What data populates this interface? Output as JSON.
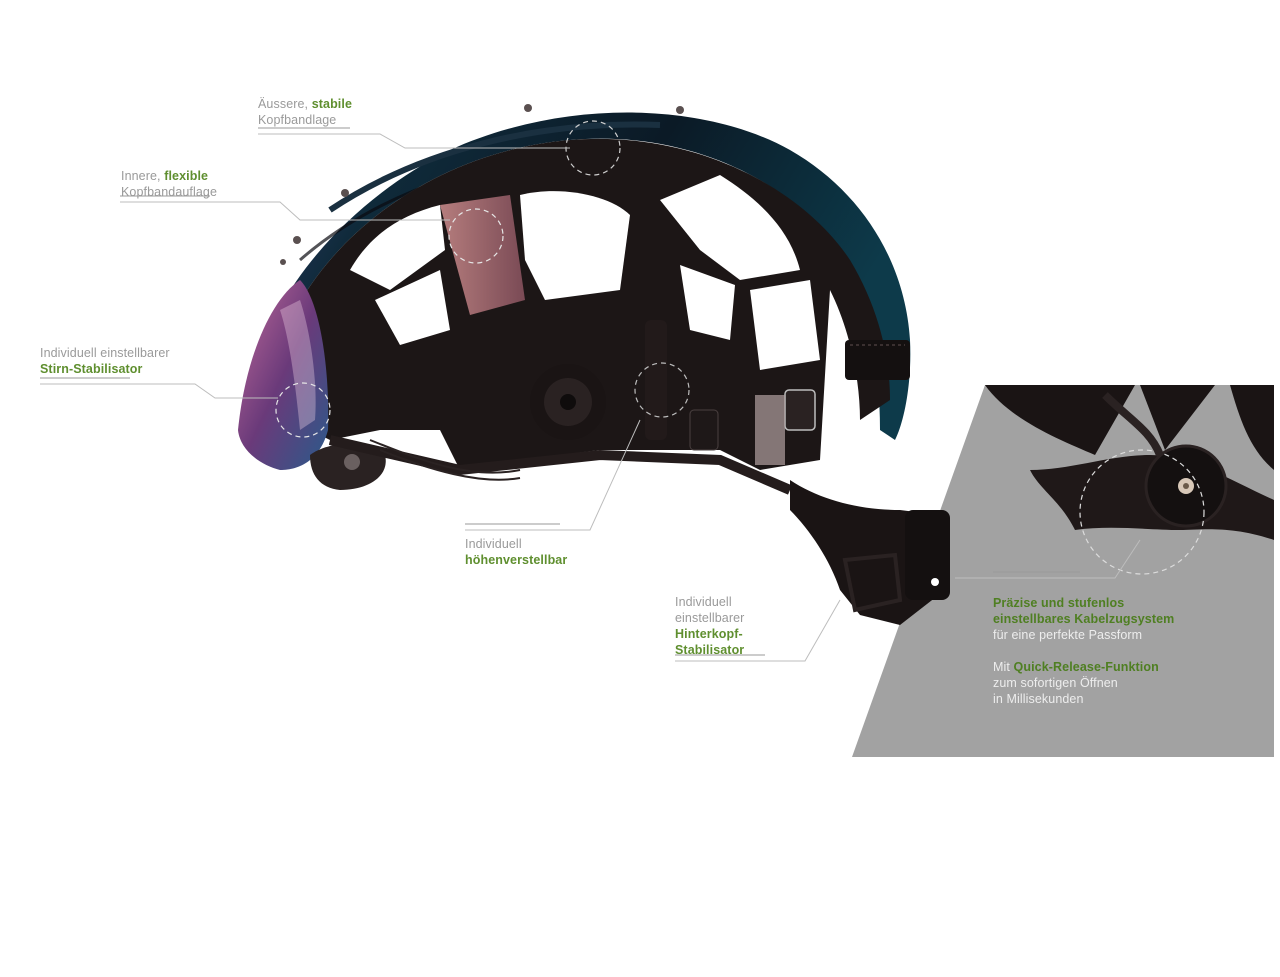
{
  "colors": {
    "accent_green": "#5f8f2f",
    "label_grey": "#9a9a9a",
    "panel_grey": "#a2a2a2",
    "helmet_dark": "#1c1616"
  },
  "labels": {
    "outer_band": {
      "line1_normal": "Äussere, ",
      "line1_accent": "stabile",
      "line2": "Kopfbandlage"
    },
    "inner_band": {
      "line1_normal": "Innere, ",
      "line1_accent": "flexible",
      "line2": "Kopfbandauflage"
    },
    "forehead": {
      "line1": "Individuell einstellbarer",
      "line2_accent": "Stirn-Stabilisator"
    },
    "height": {
      "line1": "Individuell",
      "line2_accent": "höhenverstellbar"
    },
    "back_head": {
      "line1": "Individuell",
      "line2": "einstellbarer",
      "line3_accent": "Hinterkopf-",
      "line4_accent": "Stabilisator"
    },
    "cable_system": {
      "line1_accent": "Präzise und stufenlos",
      "line2_accent": "einstellbares Kabelzugsystem",
      "line3": "für eine perfekte Passform",
      "line4_normal": "Mit ",
      "line4_accent": "Quick-Release-Funktion",
      "line5": "zum sofortigen Öffnen",
      "line6": "in Millisekunden"
    }
  },
  "icons": {
    "helmet": "helmet-illustration",
    "dial": "ratchet-dial-icon",
    "focus_circle": "dashed-focus-circle"
  }
}
